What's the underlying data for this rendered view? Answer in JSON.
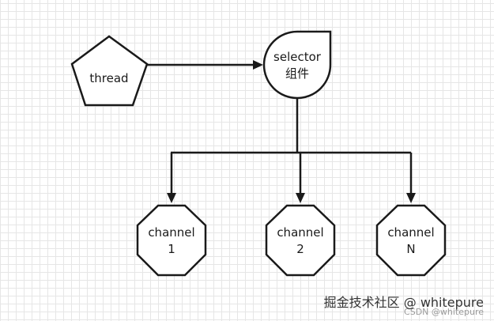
{
  "nodes": {
    "thread": {
      "label": "thread",
      "shape": "pentagon"
    },
    "selector": {
      "line1": "selector",
      "line2": "组件",
      "shape": "teardrop"
    },
    "channel_1": {
      "line1": "channel",
      "line2": "1",
      "shape": "octagon"
    },
    "channel_2": {
      "line1": "channel",
      "line2": "2",
      "shape": "octagon"
    },
    "channel_n": {
      "line1": "channel",
      "line2": "N",
      "shape": "octagon"
    }
  },
  "edges": [
    {
      "from": "thread",
      "to": "selector"
    },
    {
      "from": "selector",
      "to": "channel_1"
    },
    {
      "from": "selector",
      "to": "channel_2"
    },
    {
      "from": "selector",
      "to": "channel_n"
    }
  ],
  "watermark": {
    "primary": "掘金技术社区 @ whitepure",
    "secondary": "CSDN @whitepure"
  },
  "colors": {
    "stroke": "#1a1a1a",
    "fill": "#ffffff",
    "grid": "#e6e6e6"
  }
}
